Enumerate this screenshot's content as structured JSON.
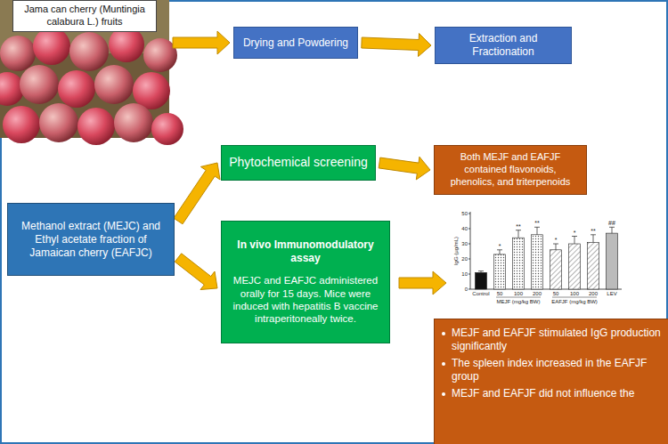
{
  "diagram": {
    "nodes": [
      {
        "text": [
          "Jama can cherry (Muntingia calabura L.) fruits"
        ]
      },
      {
        "text": [
          "Drying and Powdering"
        ]
      },
      {
        "text": [
          "Extraction and Fractionation"
        ]
      },
      {
        "text": [
          "Methanol extract (MEJC) and Ethyl acetate fraction of Jamaican cherry (EAFJC)"
        ]
      },
      {
        "text": [
          "Phytochemical screening"
        ]
      },
      {
        "text": [
          "Both MEJF and EAFJF contained flavonoids, phenolics, and triterpenoids"
        ]
      },
      {
        "text": [
          "In vivo Immunomodulatory assay",
          "MEJC and EAFJC administered orally for 15 days. Mice were induced with hepatitis B vaccine intraperitoneally twice."
        ]
      },
      {
        "text": [
          "MEJF and EAFJF stimulated IgG production significantly",
          "The spleen index increased in the EAFJF group",
          "MEJF and EAFJF did not influence the"
        ]
      }
    ],
    "edges": [
      {
        "from": 0,
        "to": 1,
        "arrow": "to"
      },
      {
        "from": 1,
        "to": 2,
        "arrow": "to"
      },
      {
        "from": 3,
        "to": 4,
        "arrow": "to"
      },
      {
        "from": 3,
        "to": 6,
        "arrow": "to"
      },
      {
        "from": 4,
        "to": 5,
        "arrow": "to"
      }
    ],
    "labels": [
      "IgG (µg/mL)",
      "50",
      "40",
      "30",
      "20",
      "10",
      "0",
      "Control",
      "50",
      "100",
      "200",
      "50",
      "100",
      "200",
      "LEV",
      "MEJF (mg/kg BW)",
      "EAFJF (mg/kg BW)",
      "*",
      "**",
      "**",
      "*",
      "*",
      "**",
      "##"
    ]
  }
}
